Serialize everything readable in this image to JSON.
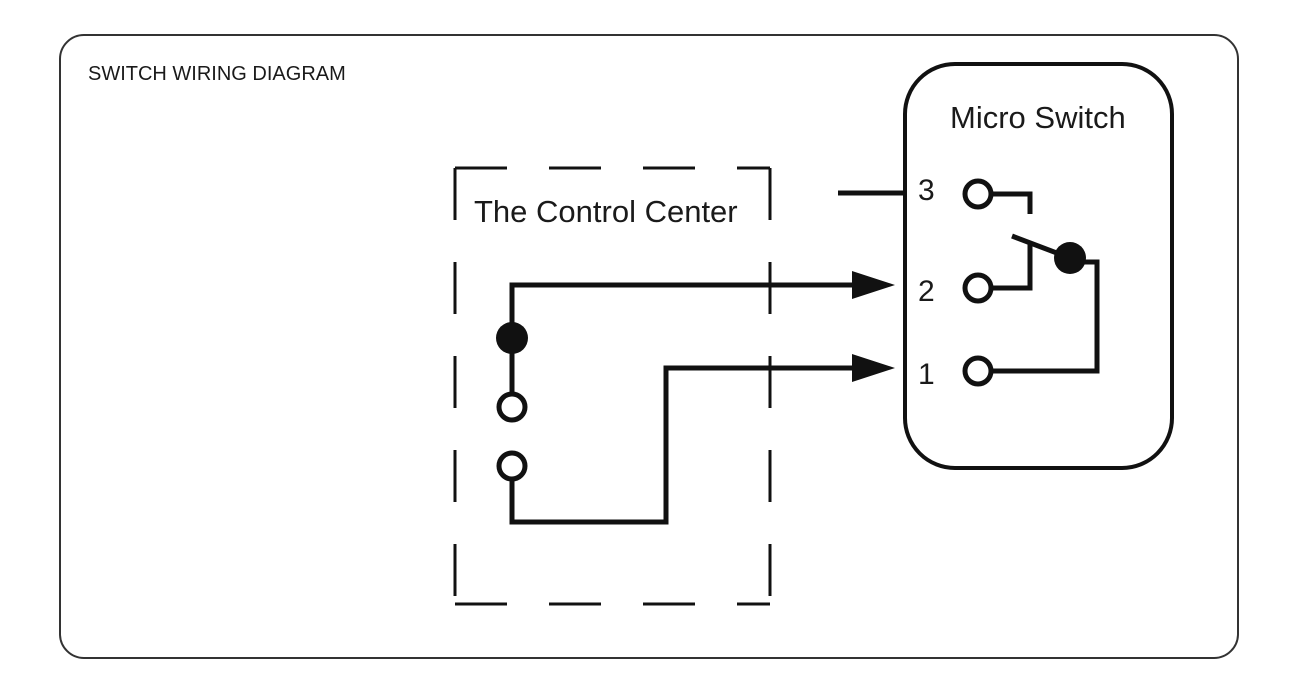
{
  "diagram": {
    "title": "SWITCH WIRING DIAGRAM",
    "control_center": {
      "label": "The Control Center"
    },
    "micro_switch": {
      "label": "Micro Switch",
      "pins": [
        "3",
        "2",
        "1"
      ]
    }
  }
}
